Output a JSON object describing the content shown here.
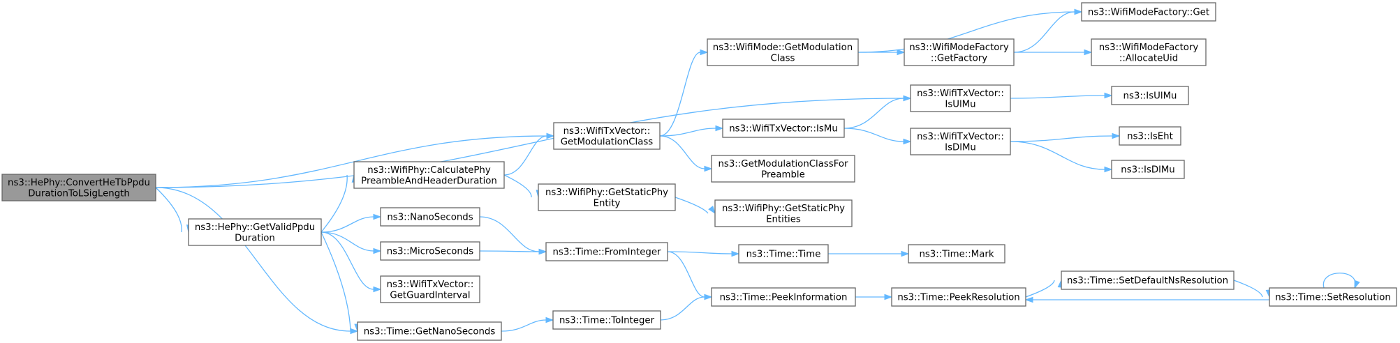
{
  "colors": {
    "edge": "#63b8ff",
    "node_border": "#666666",
    "root_fill": "#999999",
    "node_fill": "#ffffff"
  },
  "nodes": {
    "root": [
      "ns3::HePhy::ConvertHeTbPpdu",
      "DurationToLSigLength"
    ],
    "getValidPpdu": [
      "ns3::HePhy::GetValidPpdu",
      "Duration"
    ],
    "calcPhyPreamble": [
      "ns3::WifiPhy::CalculatePhy",
      "PreambleAndHeaderDuration"
    ],
    "nanoSeconds": [
      "ns3::NanoSeconds"
    ],
    "microSeconds": [
      "ns3::MicroSeconds"
    ],
    "getGuardInterval": [
      "ns3::WifiTxVector::",
      "GetGuardInterval"
    ],
    "getNanoSeconds": [
      "ns3::Time::GetNanoSeconds"
    ],
    "txGetModClass": [
      "ns3::WifiTxVector::",
      "GetModulationClass"
    ],
    "getStaticPhyEntity": [
      "ns3::WifiPhy::GetStaticPhy",
      "Entity"
    ],
    "fromInteger": [
      "ns3::Time::FromInteger"
    ],
    "toInteger": [
      "ns3::Time::ToInteger"
    ],
    "modeGetModClass": [
      "ns3::WifiMode::GetModulation",
      "Class"
    ],
    "txIsMu": [
      "ns3::WifiTxVector::IsMu"
    ],
    "getModClassForPreamble": [
      "ns3::GetModulationClassFor",
      "Preamble"
    ],
    "getStaticPhyEntities": [
      "ns3::WifiPhy::GetStaticPhy",
      "Entities"
    ],
    "timeTime": [
      "ns3::Time::Time"
    ],
    "peekInformation": [
      "ns3::Time::PeekInformation"
    ],
    "factoryGetFactory": [
      "ns3::WifiModeFactory",
      "::GetFactory"
    ],
    "txIsUlMu": [
      "ns3::WifiTxVector::",
      "IsUlMu"
    ],
    "txIsDlMu": [
      "ns3::WifiTxVector::",
      "IsDlMu"
    ],
    "timeMark": [
      "ns3::Time::Mark"
    ],
    "peekResolution": [
      "ns3::Time::PeekResolution"
    ],
    "factoryGet": [
      "ns3::WifiModeFactory::Get"
    ],
    "factoryAllocateUid": [
      "ns3::WifiModeFactory",
      "::AllocateUid"
    ],
    "isUlMu": [
      "ns3::IsUlMu"
    ],
    "isEht": [
      "ns3::IsEht"
    ],
    "isDlMu": [
      "ns3::IsDlMu"
    ],
    "setDefaultNsResolution": [
      "ns3::Time::SetDefaultNsResolution"
    ],
    "setResolution": [
      "ns3::Time::SetResolution"
    ]
  }
}
